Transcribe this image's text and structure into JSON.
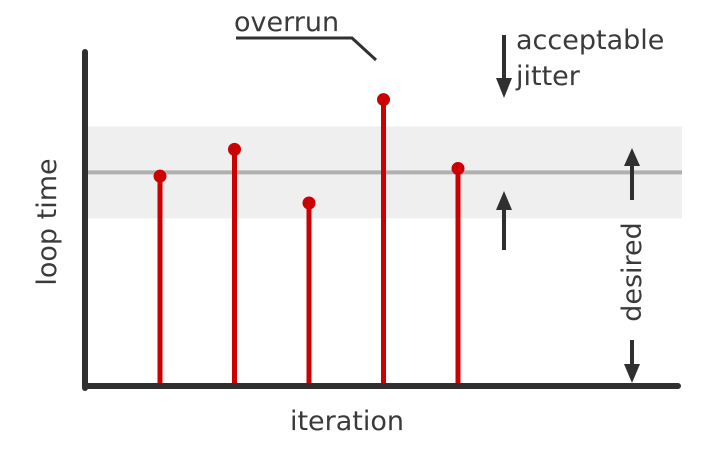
{
  "chart_data": {
    "type": "stem",
    "title": "",
    "xlabel": "iteration",
    "ylabel": "loop time",
    "desired": 0.55,
    "jitter_band": [
      0.43,
      0.67
    ],
    "points": [
      {
        "iteration": 1,
        "value": 0.54
      },
      {
        "iteration": 2,
        "value": 0.61
      },
      {
        "iteration": 3,
        "value": 0.47
      },
      {
        "iteration": 4,
        "value": 0.74
      },
      {
        "iteration": 5,
        "value": 0.56
      }
    ],
    "annotations": {
      "overrun": "overrun",
      "jitter_line1": "acceptable",
      "jitter_line2": "jitter",
      "desired": "desired"
    },
    "colors": {
      "stem": "#cc0000",
      "axis": "#303030",
      "band": "#efefef",
      "desired_line": "#b0b0b0",
      "text": "#3a3a3a"
    }
  }
}
